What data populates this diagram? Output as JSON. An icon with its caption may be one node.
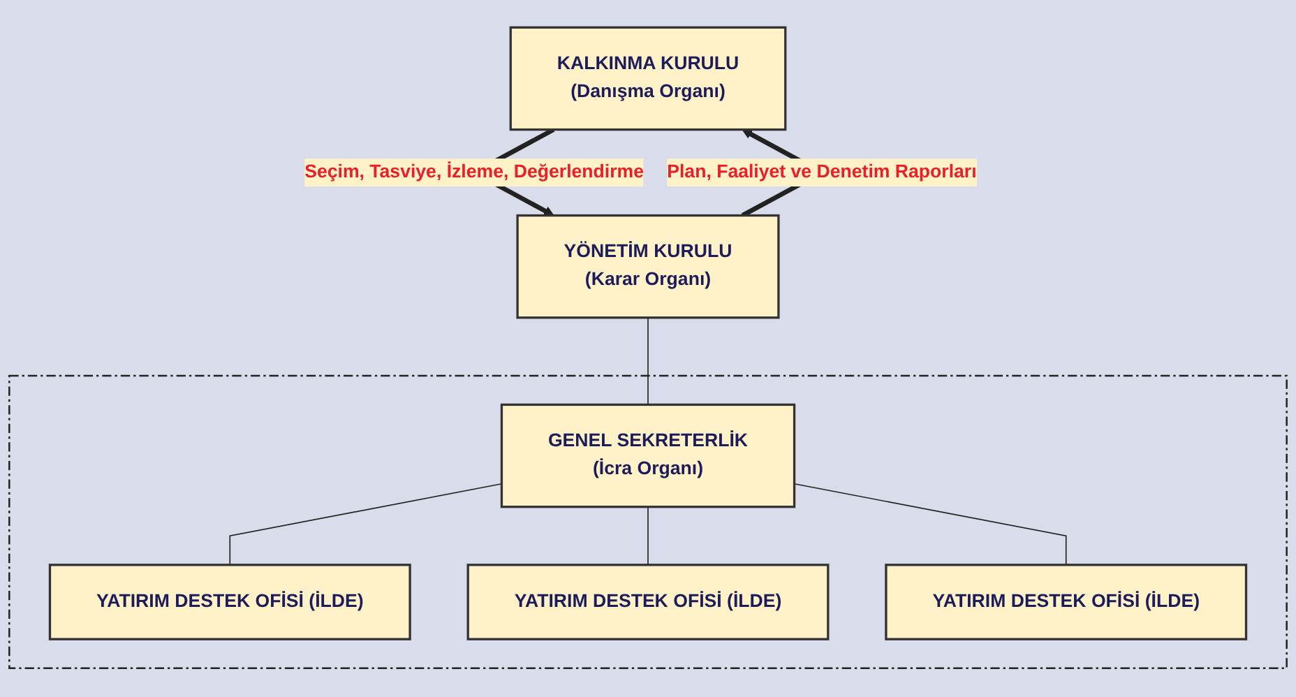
{
  "diagram": {
    "nodes": [
      {
        "text": [
          "KALKINMA KURULU",
          "(Danışma Organı)"
        ]
      },
      {
        "text": [
          "YÖNETİM KURULU",
          "(Karar  Organı)"
        ]
      },
      {
        "text": [],
        "shape": "box"
      },
      {
        "text": [
          "GENEL SEKRETERLİK",
          "(İcra Organı)"
        ],
        "in": 2
      },
      {
        "text": [
          "YATIRIM DESTEK OFİSİ (İLDE)"
        ],
        "in": 2
      },
      {
        "text": [
          "YATIRIM DESTEK OFİSİ (İLDE)"
        ],
        "in": 2
      },
      {
        "text": [
          "YATIRIM DESTEK OFİSİ (İLDE)"
        ],
        "in": 2
      }
    ],
    "edges": [
      {
        "from": 0,
        "to": 1,
        "arrow": "to",
        "label": "Seçim, Tasviye, İzleme, Değerlendirme",
        "style": "thick"
      },
      {
        "from": 1,
        "to": 0,
        "arrow": "to",
        "label": "Plan, Faaliyet ve Denetim Raporları",
        "style": "thick"
      },
      {
        "from": 1,
        "to": 3,
        "arrow": "none"
      },
      {
        "from": 3,
        "to": 4,
        "arrow": "none"
      },
      {
        "from": 3,
        "to": 5,
        "arrow": "none"
      },
      {
        "from": 3,
        "to": 6,
        "arrow": "none"
      }
    ]
  }
}
